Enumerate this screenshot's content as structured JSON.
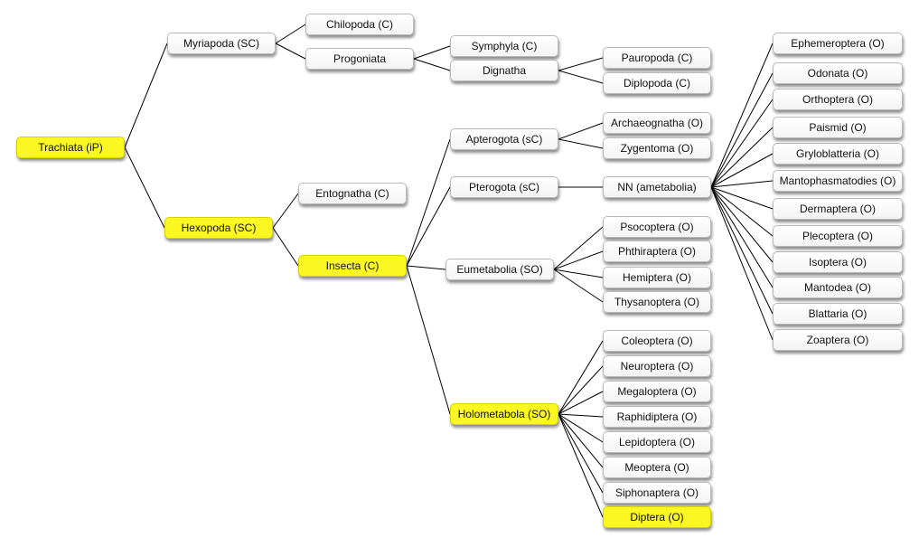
{
  "highlight_color": "#fbf723",
  "line_color": "#000000",
  "nodes": {
    "trachiata": {
      "label": "Trachiata  (iP)",
      "highlight": true
    },
    "myriapoda": {
      "label": "Myriapoda (SC)",
      "highlight": false
    },
    "hexopoda": {
      "label": "Hexopoda (SC)",
      "highlight": true
    },
    "chilopoda": {
      "label": "Chilopoda (C)",
      "highlight": false
    },
    "progoniata": {
      "label": "Progoniata",
      "highlight": false
    },
    "symphyla": {
      "label": "Symphyla (C)",
      "highlight": false
    },
    "dignatha": {
      "label": "Dignatha",
      "highlight": false
    },
    "pauropoda": {
      "label": "Pauropoda (C)",
      "highlight": false
    },
    "diplopoda": {
      "label": "Diplopoda (C)",
      "highlight": false
    },
    "entognatha": {
      "label": "Entognatha (C)",
      "highlight": false
    },
    "insecta": {
      "label": "Insecta (C)",
      "highlight": true
    },
    "apterogota": {
      "label": "Apterogota (sC)",
      "highlight": false
    },
    "pterogota": {
      "label": "Pterogota (sC)",
      "highlight": false
    },
    "eumetabolia": {
      "label": "Eumetabolia (SO)",
      "highlight": false
    },
    "holometabola": {
      "label": "Holometabola (SO)",
      "highlight": true
    },
    "archaeognatha": {
      "label": "Archaeognatha (O)",
      "highlight": false
    },
    "zygentoma": {
      "label": "Zygentoma (O)",
      "highlight": false
    },
    "nn_ametabolia": {
      "label": "NN (ametabolia)",
      "highlight": false
    },
    "psocoptera": {
      "label": "Psocoptera (O)",
      "highlight": false
    },
    "phthiraptera": {
      "label": "Phthiraptera (O)",
      "highlight": false
    },
    "hemiptera": {
      "label": "Hemiptera (O)",
      "highlight": false
    },
    "thysanoptera": {
      "label": "Thysanoptera (O)",
      "highlight": false
    },
    "coleoptera": {
      "label": "Coleoptera (O)",
      "highlight": false
    },
    "neuroptera": {
      "label": "Neuroptera (O)",
      "highlight": false
    },
    "megaloptera": {
      "label": "Megaloptera (O)",
      "highlight": false
    },
    "raphidiptera": {
      "label": "Raphidiptera  (O)",
      "highlight": false
    },
    "lepidoptera": {
      "label": "Lepidoptera (O)",
      "highlight": false
    },
    "meoptera": {
      "label": "Meoptera (O)",
      "highlight": false
    },
    "siphonaptera": {
      "label": "Siphonaptera (O)",
      "highlight": false
    },
    "diptera": {
      "label": "Diptera (O)",
      "highlight": true
    },
    "ephemeroptera": {
      "label": "Ephemeroptera (O)",
      "highlight": false
    },
    "odonata": {
      "label": "Odonata (O)",
      "highlight": false
    },
    "orthoptera": {
      "label": "Orthoptera (O)",
      "highlight": false
    },
    "paismid": {
      "label": "Paismid (O)",
      "highlight": false
    },
    "gryloblatteria": {
      "label": "Gryloblatteria (O)",
      "highlight": false
    },
    "mantophasmatodies": {
      "label": "Mantophasmatodies (O)",
      "highlight": false
    },
    "dermaptera": {
      "label": "Dermaptera (O)",
      "highlight": false
    },
    "plecoptera": {
      "label": "Plecoptera (O)",
      "highlight": false
    },
    "isoptera": {
      "label": "Isoptera (O)",
      "highlight": false
    },
    "mantodea": {
      "label": "Mantodea (O)",
      "highlight": false
    },
    "blattaria": {
      "label": "Blattaria (O)",
      "highlight": false
    },
    "zoaptera": {
      "label": "Zoaptera (O)",
      "highlight": false
    }
  },
  "edges": [
    [
      "trachiata",
      "myriapoda"
    ],
    [
      "trachiata",
      "hexopoda"
    ],
    [
      "myriapoda",
      "chilopoda"
    ],
    [
      "myriapoda",
      "progoniata"
    ],
    [
      "progoniata",
      "symphyla"
    ],
    [
      "progoniata",
      "dignatha"
    ],
    [
      "dignatha",
      "pauropoda"
    ],
    [
      "dignatha",
      "diplopoda"
    ],
    [
      "hexopoda",
      "entognatha"
    ],
    [
      "hexopoda",
      "insecta"
    ],
    [
      "insecta",
      "apterogota"
    ],
    [
      "insecta",
      "pterogota"
    ],
    [
      "insecta",
      "eumetabolia"
    ],
    [
      "insecta",
      "holometabola"
    ],
    [
      "apterogota",
      "archaeognatha"
    ],
    [
      "apterogota",
      "zygentoma"
    ],
    [
      "pterogota",
      "nn_ametabolia"
    ],
    [
      "eumetabolia",
      "psocoptera"
    ],
    [
      "eumetabolia",
      "phthiraptera"
    ],
    [
      "eumetabolia",
      "hemiptera"
    ],
    [
      "eumetabolia",
      "thysanoptera"
    ],
    [
      "holometabola",
      "coleoptera"
    ],
    [
      "holometabola",
      "neuroptera"
    ],
    [
      "holometabola",
      "megaloptera"
    ],
    [
      "holometabola",
      "raphidiptera"
    ],
    [
      "holometabola",
      "lepidoptera"
    ],
    [
      "holometabola",
      "meoptera"
    ],
    [
      "holometabola",
      "siphonaptera"
    ],
    [
      "holometabola",
      "diptera"
    ],
    [
      "nn_ametabolia",
      "ephemeroptera"
    ],
    [
      "nn_ametabolia",
      "odonata"
    ],
    [
      "nn_ametabolia",
      "orthoptera"
    ],
    [
      "nn_ametabolia",
      "paismid"
    ],
    [
      "nn_ametabolia",
      "gryloblatteria"
    ],
    [
      "nn_ametabolia",
      "mantophasmatodies"
    ],
    [
      "nn_ametabolia",
      "dermaptera"
    ],
    [
      "nn_ametabolia",
      "plecoptera"
    ],
    [
      "nn_ametabolia",
      "isoptera"
    ],
    [
      "nn_ametabolia",
      "mantodea"
    ],
    [
      "nn_ametabolia",
      "blattaria"
    ],
    [
      "nn_ametabolia",
      "zoaptera"
    ]
  ]
}
